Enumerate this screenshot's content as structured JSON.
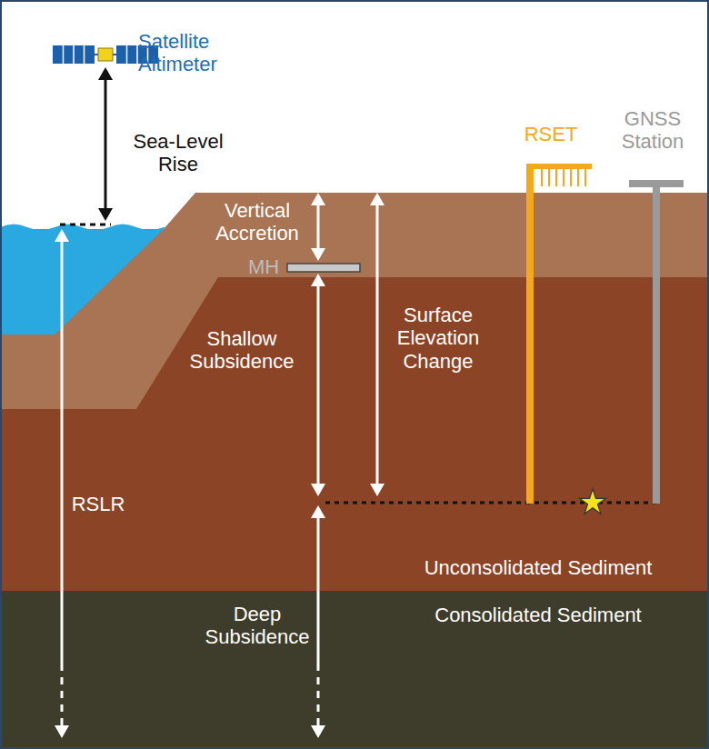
{
  "diagram": {
    "labels": [
      "Satellite Altimeter",
      "Sea-Level Rise",
      "Vertical Accretion",
      "MH",
      "Surface Elevation Change",
      "Shallow Subsidence",
      "RSLR",
      "Deep Subsidence",
      "Unconsolidated Sediment",
      "Consolidated Sediment",
      "RSET",
      "GNSS Station"
    ]
  }
}
